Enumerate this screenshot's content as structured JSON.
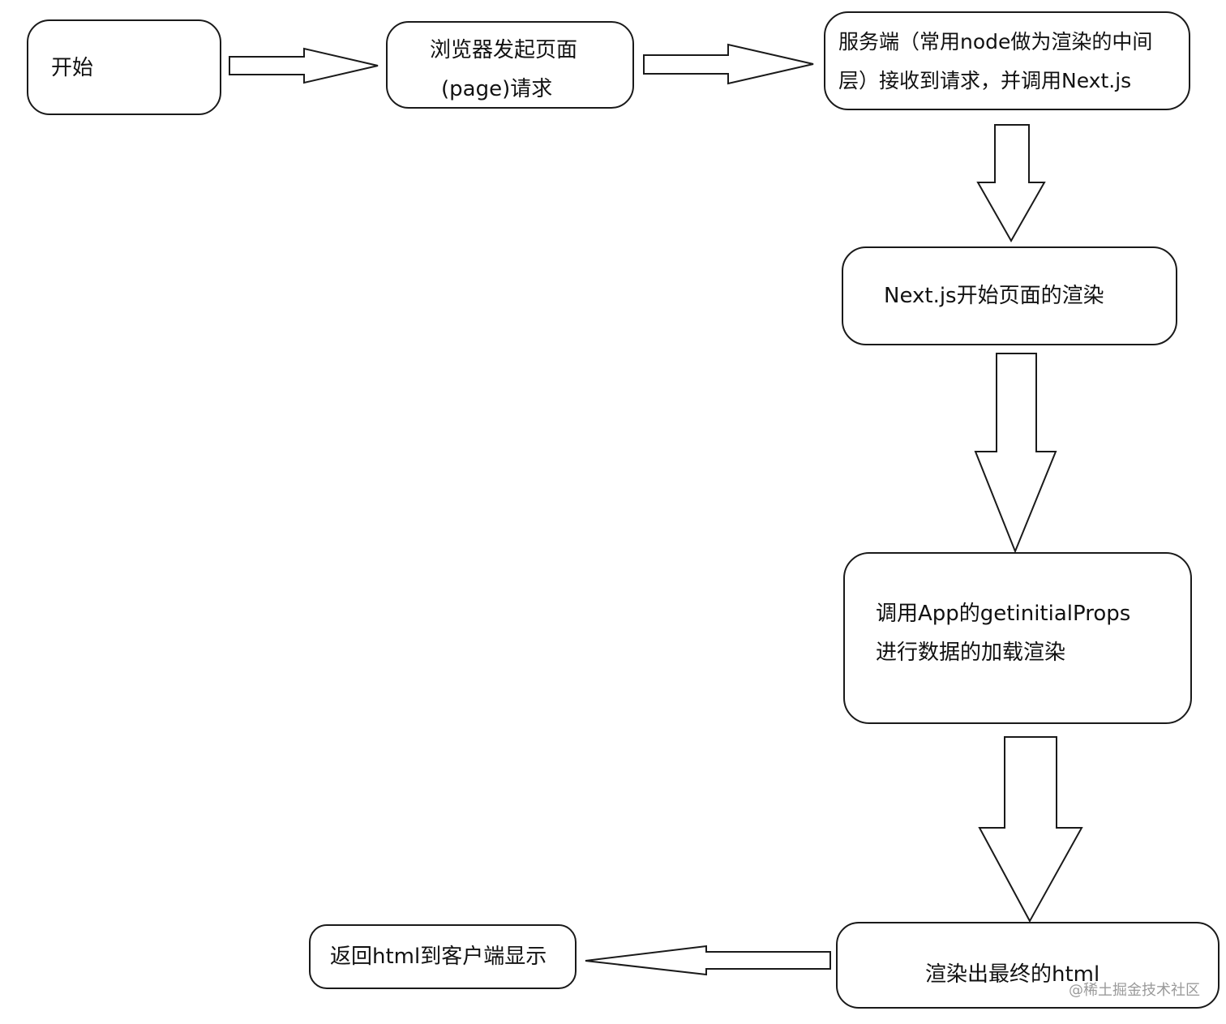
{
  "nodes": {
    "start": {
      "lines": [
        "开始"
      ]
    },
    "browser": {
      "lines": [
        "浏览器发起页面",
        "(page)请求"
      ]
    },
    "server": {
      "lines": [
        "服务端（常用node做为渲染的中间",
        "层）接收到请求，并调用Next.js"
      ]
    },
    "next_render": {
      "lines": [
        "Next.js开始页面的渲染"
      ]
    },
    "app_props": {
      "lines": [
        "调用App的getinitialProps",
        "进行数据的加载渲染"
      ]
    },
    "final_html": {
      "lines": [
        "渲染出最终的html"
      ]
    },
    "return_client": {
      "lines": [
        "返回html到客户端显示"
      ]
    }
  },
  "watermark": "@稀土掘金技术社区"
}
